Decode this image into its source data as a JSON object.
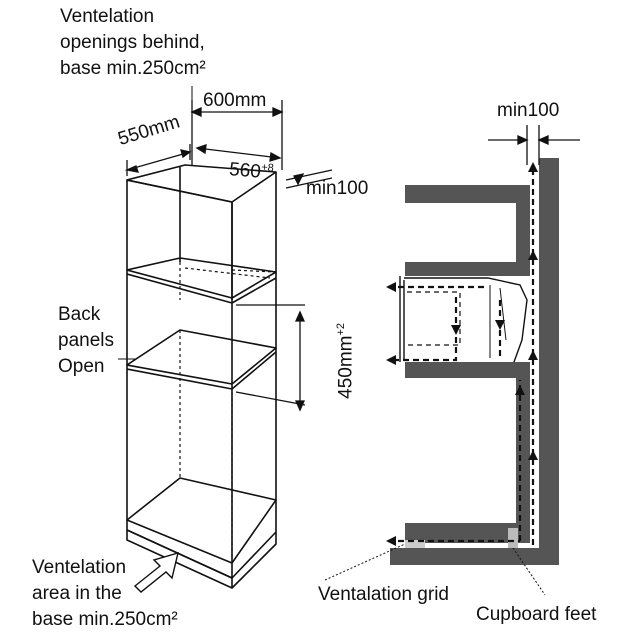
{
  "labels": {
    "top_opening": "Ventelation\nopenings behind,\nbase min.250cm²",
    "back_panels": "Back\npanels\nOpen",
    "base_area": "Ventelation\narea in the\nbase min.250cm²",
    "grid": "Ventalation grid",
    "feet": "Cupboard feet"
  },
  "dimensions": {
    "depth": "550mm",
    "width": "600mm",
    "inner_width": "560",
    "inner_width_tol": "+8",
    "rear_gap": "min100",
    "niche_height": "450mm",
    "niche_height_tol": "+2",
    "side_gap": "min100"
  }
}
